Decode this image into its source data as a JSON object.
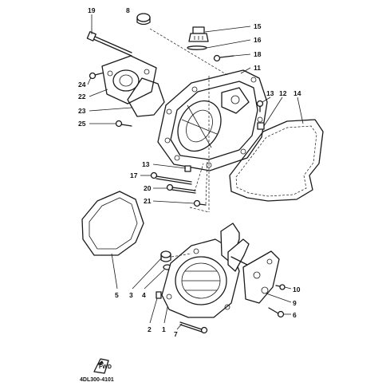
{
  "diagram": {
    "drawing_code": "4DL300-4101",
    "callouts": [
      {
        "id": "19",
        "label": "19"
      },
      {
        "id": "8",
        "label": "8"
      },
      {
        "id": "15",
        "label": "15"
      },
      {
        "id": "16",
        "label": "16"
      },
      {
        "id": "18",
        "label": "18"
      },
      {
        "id": "11",
        "label": "11"
      },
      {
        "id": "13a",
        "label": "13"
      },
      {
        "id": "12",
        "label": "12"
      },
      {
        "id": "14",
        "label": "14"
      },
      {
        "id": "24",
        "label": "24"
      },
      {
        "id": "22",
        "label": "22"
      },
      {
        "id": "23",
        "label": "23"
      },
      {
        "id": "25",
        "label": "25"
      },
      {
        "id": "13b",
        "label": "13"
      },
      {
        "id": "17",
        "label": "17"
      },
      {
        "id": "20",
        "label": "20"
      },
      {
        "id": "21",
        "label": "21"
      },
      {
        "id": "5",
        "label": "5"
      },
      {
        "id": "3",
        "label": "3"
      },
      {
        "id": "4",
        "label": "4"
      },
      {
        "id": "2",
        "label": "2"
      },
      {
        "id": "1",
        "label": "1"
      },
      {
        "id": "7",
        "label": "7"
      },
      {
        "id": "10",
        "label": "10"
      },
      {
        "id": "9",
        "label": "9"
      },
      {
        "id": "6",
        "label": "6"
      }
    ]
  }
}
